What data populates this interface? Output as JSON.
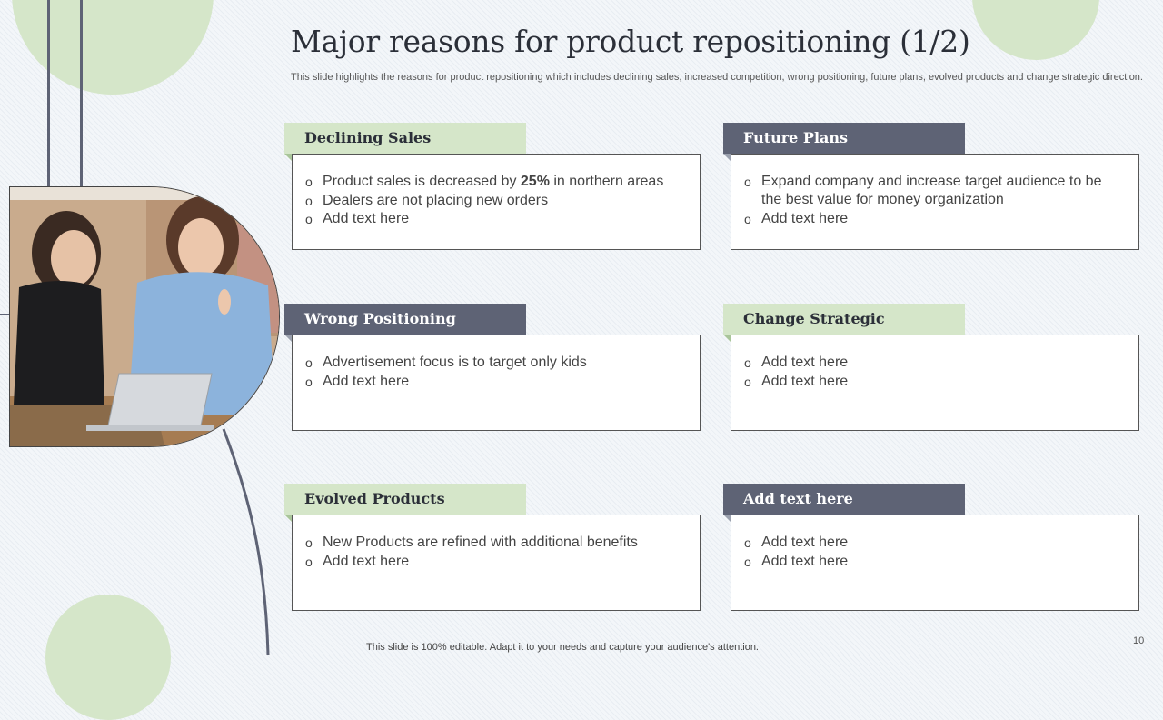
{
  "slide": {
    "title": "Major reasons for product repositioning (1/2)",
    "subtitle": "This slide highlights the reasons for product repositioning which includes declining sales, increased competition, wrong positioning, future plans, evolved products and change strategic direction.",
    "footer": "This slide is 100% editable. Adapt it to your needs and capture your audience's attention.",
    "page_number": "10"
  },
  "cards": {
    "declining_sales": {
      "title": "Declining Sales",
      "items": {
        "i0_pre": "Product sales is decreased by ",
        "i0_bold": "25%",
        "i0_post": " in northern  areas",
        "i1": "Dealers are not placing new orders",
        "i2": "Add text here"
      }
    },
    "future_plans": {
      "title": "Future Plans",
      "items": [
        "Expand company and increase target audience to be the best value for money organization",
        "Add text here"
      ]
    },
    "wrong_positioning": {
      "title": "Wrong Positioning",
      "items": [
        "Advertisement focus is to target only kids",
        "Add text here"
      ]
    },
    "change_strategic_direction": {
      "title": "Change Strategic Direction",
      "items": [
        "Add text here",
        "Add text here"
      ]
    },
    "evolved_products": {
      "title": "Evolved Products",
      "items": [
        "New Products are refined with additional benefits",
        "Add text here"
      ]
    },
    "add_text_here": {
      "title": "Add text here",
      "items": [
        "Add text here",
        "Add text here"
      ]
    }
  },
  "colors": {
    "accent_green": "#d5e6c9",
    "accent_slate": "#5e6375"
  }
}
